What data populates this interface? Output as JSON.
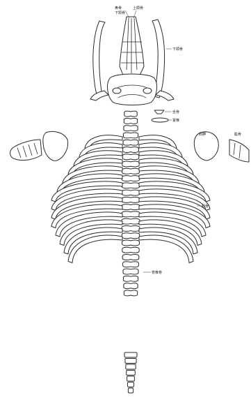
{
  "figure": {
    "labels": {
      "nasal": "鼻骨",
      "premaxilla": "上颌骨",
      "mandible": "下颌骨",
      "hyoid": "舌骨",
      "atlas": "寰椎",
      "scapula": "肩胛",
      "humerus": "肱骨",
      "rib": "肋骨",
      "vertebra": "脊椎骨"
    },
    "colors": {
      "line": "#2a2a2a",
      "background": "#ffffff"
    },
    "rib_pairs": 14,
    "vertebra_count": 26,
    "tail_segments": 7
  }
}
